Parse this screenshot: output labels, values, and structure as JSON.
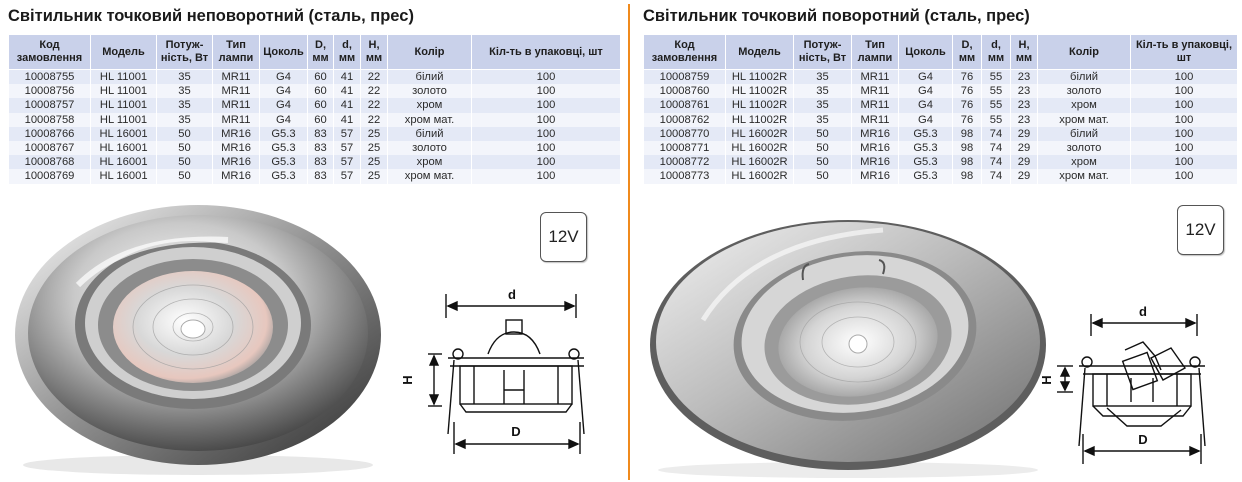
{
  "columns": [
    "Код замовлення",
    "Модель",
    "Потуж-ність, Вт",
    "Тип лампи",
    "Цоколь",
    "D, мм",
    "d, мм",
    "H, мм",
    "Колір",
    "Кіл-ть в упаковці, шт"
  ],
  "left": {
    "title": "Світильник точковий неповоротний (сталь, прес)",
    "voltage": "12V",
    "rows": [
      [
        "10008755",
        "HL 11001",
        "35",
        "MR11",
        "G4",
        "60",
        "41",
        "22",
        "білий",
        "100"
      ],
      [
        "10008756",
        "HL 11001",
        "35",
        "MR11",
        "G4",
        "60",
        "41",
        "22",
        "золото",
        "100"
      ],
      [
        "10008757",
        "HL 11001",
        "35",
        "MR11",
        "G4",
        "60",
        "41",
        "22",
        "хром",
        "100"
      ],
      [
        "10008758",
        "HL 11001",
        "35",
        "MR11",
        "G4",
        "60",
        "41",
        "22",
        "хром мат.",
        "100"
      ],
      [
        "10008766",
        "HL 16001",
        "50",
        "MR16",
        "G5.3",
        "83",
        "57",
        "25",
        "білий",
        "100"
      ],
      [
        "10008767",
        "HL 16001",
        "50",
        "MR16",
        "G5.3",
        "83",
        "57",
        "25",
        "золото",
        "100"
      ],
      [
        "10008768",
        "HL 16001",
        "50",
        "MR16",
        "G5.3",
        "83",
        "57",
        "25",
        "хром",
        "100"
      ],
      [
        "10008769",
        "HL 16001",
        "50",
        "MR16",
        "G5.3",
        "83",
        "57",
        "25",
        "хром мат.",
        "100"
      ]
    ],
    "diagram": {
      "top_label": "d",
      "side_label": "H",
      "bottom_label": "D"
    }
  },
  "right": {
    "title": "Світильник точковий поворотний (сталь, прес)",
    "voltage": "12V",
    "rows": [
      [
        "10008759",
        "HL 11002R",
        "35",
        "MR11",
        "G4",
        "76",
        "55",
        "23",
        "білий",
        "100"
      ],
      [
        "10008760",
        "HL 11002R",
        "35",
        "MR11",
        "G4",
        "76",
        "55",
        "23",
        "золото",
        "100"
      ],
      [
        "10008761",
        "HL 11002R",
        "35",
        "MR11",
        "G4",
        "76",
        "55",
        "23",
        "хром",
        "100"
      ],
      [
        "10008762",
        "HL 11002R",
        "35",
        "MR11",
        "G4",
        "76",
        "55",
        "23",
        "хром мат.",
        "100"
      ],
      [
        "10008770",
        "HL 16002R",
        "50",
        "MR16",
        "G5.3",
        "98",
        "74",
        "29",
        "білий",
        "100"
      ],
      [
        "10008771",
        "HL 16002R",
        "50",
        "MR16",
        "G5.3",
        "98",
        "74",
        "29",
        "золото",
        "100"
      ],
      [
        "10008772",
        "HL 16002R",
        "50",
        "MR16",
        "G5.3",
        "98",
        "74",
        "29",
        "хром",
        "100"
      ],
      [
        "10008773",
        "HL 16002R",
        "50",
        "MR16",
        "G5.3",
        "98",
        "74",
        "29",
        "хром мат.",
        "100"
      ]
    ],
    "diagram": {
      "top_label": "d",
      "side_label": "H",
      "bottom_label": "D"
    }
  },
  "colors": {
    "header_bg": "#c9d1ea",
    "row_odd": "#e4e9f6",
    "row_even": "#f3f5fb",
    "divider": "#f08a1c"
  }
}
